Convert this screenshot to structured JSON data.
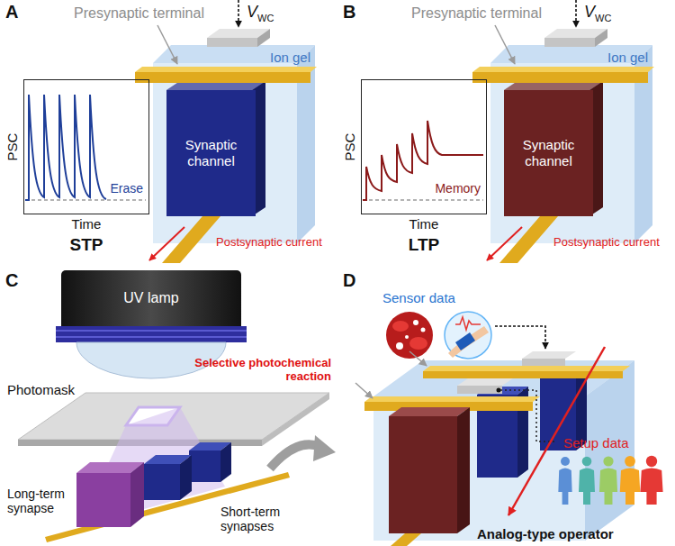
{
  "diagram": {
    "nodes": [
      {
        "text": [
          "Erase"
        ]
      },
      {
        "text": [
          "Synaptic channel"
        ]
      },
      {
        "text": [
          "Memory"
        ]
      },
      {
        "text": [
          "Synaptic channel"
        ]
      },
      {
        "text": [
          "UV lamp"
        ]
      }
    ],
    "labels": [
      "A",
      "Presynaptic terminal",
      "V",
      "WC",
      "Ion gel",
      "PSC",
      "Time",
      "STP",
      "Postsynaptic current",
      "B",
      "Presynaptic terminal",
      "V",
      "WC",
      "Ion gel",
      "PSC",
      "Time",
      "LTP",
      "Postsynaptic current",
      "C",
      "Selective photochemical reaction",
      "Photomask",
      "Long-term synapse",
      "Short-term synapses",
      "D",
      "Sensor data",
      "Setup data",
      "Analog-type operator"
    ]
  }
}
